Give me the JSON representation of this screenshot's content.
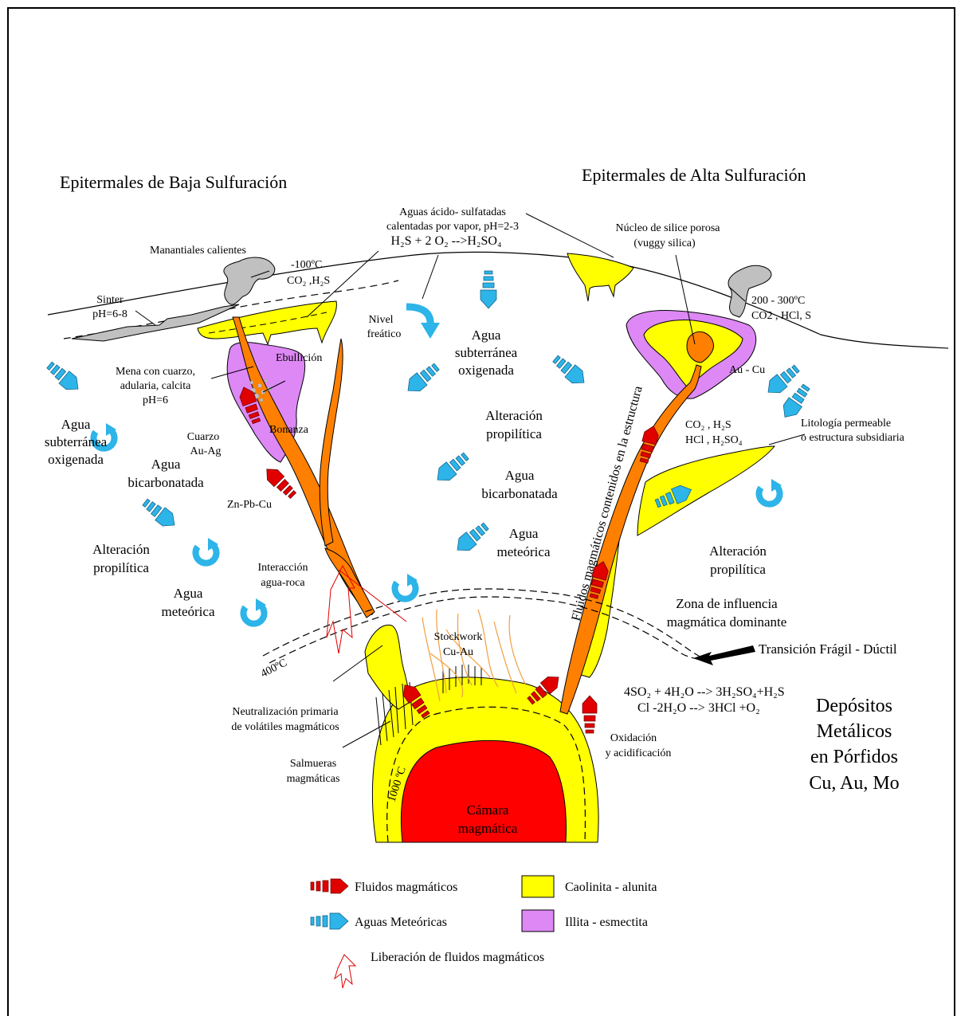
{
  "titles": {
    "low": "Epitermales de Baja Sulfuración",
    "high": "Epitermales de Alta Sulfuración",
    "porphyry": [
      "Depósitos",
      "Metálicos",
      "en Pórfidos",
      "Cu, Au, Mo"
    ]
  },
  "labels": {
    "acid_waters": [
      "Aguas ácido- sulfatadas",
      "calentadas por vapor, pH=2-3"
    ],
    "reaction_a": "H₂S + 2 O₂ -->H₂SO₄",
    "hot_springs": "Manantiales calientes",
    "temp_low": "-100ºC",
    "gases_low": "CO₂ ,H₂S",
    "sinter": [
      "Sinter",
      "pH=6-8"
    ],
    "water_table": [
      "Nivel",
      "freático"
    ],
    "vuggy": [
      "Núcleo de silice porosa",
      "(vuggy silica)"
    ],
    "temp_high": "200 - 300ºC",
    "gases_high": "CO2 , HCl,  S",
    "ore_low": [
      "Mena con cuarzo,",
      "adularia, calcita",
      "pH=6"
    ],
    "boiling": "Ebullición",
    "bonanza": "Bonanza",
    "quartz": [
      "Cuarzo",
      "Au-Ag"
    ],
    "base_metals": "Zn-Pb-Cu",
    "au_cu": "Au - Cu",
    "gases_mid": [
      "CO₂ , H₂S",
      "HCl , H₂SO₄"
    ],
    "permeable": [
      "Litología permeable",
      "o estructura subsidiaria"
    ],
    "ground_water_left": [
      "Agua",
      "subterránea",
      "oxigenada"
    ],
    "bicarb_left": [
      "Agua",
      "bicarbonatada"
    ],
    "propylitic_left": [
      "Alteración",
      "propilítica"
    ],
    "meteoric_left": [
      "Agua",
      "meteórica"
    ],
    "ground_water_center": [
      "Agua",
      "subterránea",
      "oxigenada"
    ],
    "propylitic_center": [
      "Alteración",
      "propilítica"
    ],
    "bicarb_center": [
      "Agua",
      "bicarbonatada"
    ],
    "meteoric_center": [
      "Agua",
      "meteórica"
    ],
    "magmatic_fluids_structure": "Fluidos magmáticos contenidos en la estructura",
    "propylitic_right": [
      "Alteración",
      "propilítica"
    ],
    "influence_zone": [
      "Zona de influencia",
      "magmática dominante"
    ],
    "transition": "Transición Frágil - Dúctil",
    "water_rock": [
      "Interacción",
      "agua-roca"
    ],
    "stockwork": [
      "Stockwork",
      "Cu-Au"
    ],
    "temp_400": "400ºC",
    "temp_1000": "1000 ºC",
    "reaction_b": "4SO₂ + 4H₂O --> 3H₂SO₄+H₂S",
    "reaction_c": "Cl -2H₂O --> 3HCl +O₂",
    "oxidation": [
      "Oxidación",
      "y acidificación"
    ],
    "neutralization": [
      "Neutralización primaria",
      "de volátiles magmáticos"
    ],
    "brines": [
      "Salmueras",
      "magmáticas"
    ],
    "chamber": [
      "Cámara",
      "magmática"
    ]
  },
  "legend": {
    "magmatic": "Fluidos magmáticos",
    "meteoric": "Aguas Meteóricas",
    "release": "Liberación de fluidos magmáticos",
    "kaolinite": "Caolinita - alunita",
    "illite": "Illita - esmectita"
  },
  "colors": {
    "magmatic_red": "#e00000",
    "meteoric_blue": "#2db4e8",
    "kaolinite_yellow": "#ffff00",
    "illite_violet": "#dd88f5",
    "vein_orange": "#ff8000",
    "steam_gray": "#c0c0c0"
  }
}
